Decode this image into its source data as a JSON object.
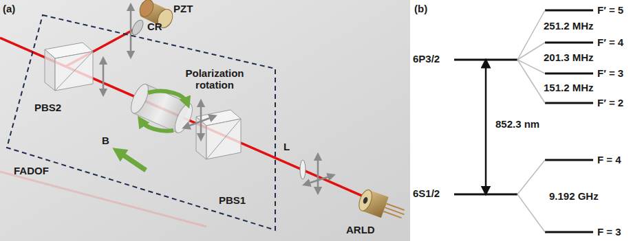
{
  "diagram": {
    "nodes": [
      {
        "text": [
          "FADOF"
        ]
      }
    ],
    "labels": [
      "(a)",
      "PZT",
      "CR",
      "Polarization rotation",
      "PBS2",
      "B",
      "PBS1",
      "L",
      "ARLD",
      "(b)",
      "F′ = 5",
      "251.2 MHz",
      "6P3/2",
      "F′ = 4",
      "201.3 MHz",
      "F′ = 3",
      "852.3 nm",
      "151.2 MHz",
      "F′ = 2",
      "F = 4",
      "6S1/2",
      "9.192 GHz",
      "F = 3"
    ]
  }
}
